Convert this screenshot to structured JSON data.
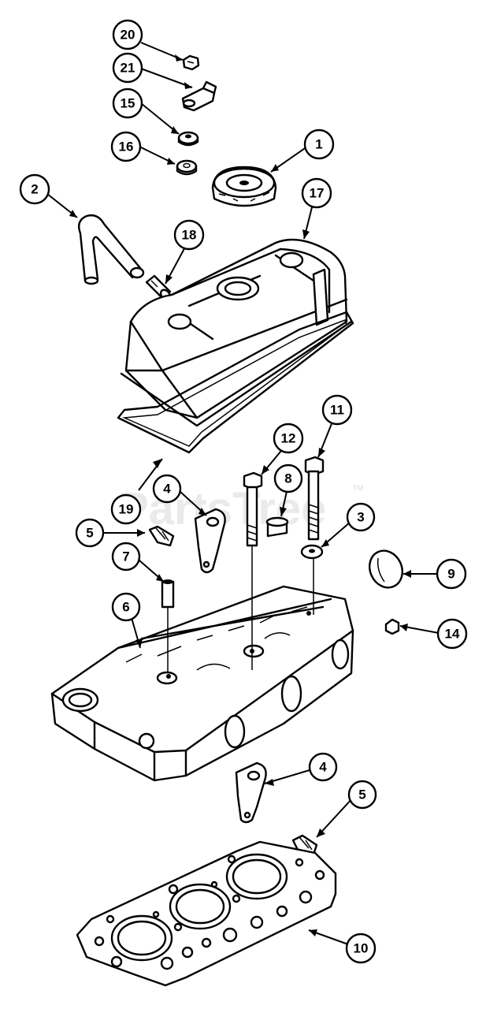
{
  "watermark": {
    "brand": "PartsTree",
    "trademark": "TM"
  },
  "callouts": [
    {
      "id": "c20",
      "label": "20"
    },
    {
      "id": "c21",
      "label": "21"
    },
    {
      "id": "c15",
      "label": "15"
    },
    {
      "id": "c16",
      "label": "16"
    },
    {
      "id": "c1",
      "label": "1"
    },
    {
      "id": "c2",
      "label": "2"
    },
    {
      "id": "c17",
      "label": "17"
    },
    {
      "id": "c18",
      "label": "18"
    },
    {
      "id": "c11",
      "label": "11"
    },
    {
      "id": "c12",
      "label": "12"
    },
    {
      "id": "c8",
      "label": "8"
    },
    {
      "id": "c4a",
      "label": "4"
    },
    {
      "id": "c19",
      "label": "19"
    },
    {
      "id": "c5a",
      "label": "5"
    },
    {
      "id": "c3",
      "label": "3"
    },
    {
      "id": "c7",
      "label": "7"
    },
    {
      "id": "c9",
      "label": "9"
    },
    {
      "id": "c6",
      "label": "6"
    },
    {
      "id": "c14",
      "label": "14"
    },
    {
      "id": "c4b",
      "label": "4"
    },
    {
      "id": "c5b",
      "label": "5"
    },
    {
      "id": "c10",
      "label": "10"
    }
  ]
}
